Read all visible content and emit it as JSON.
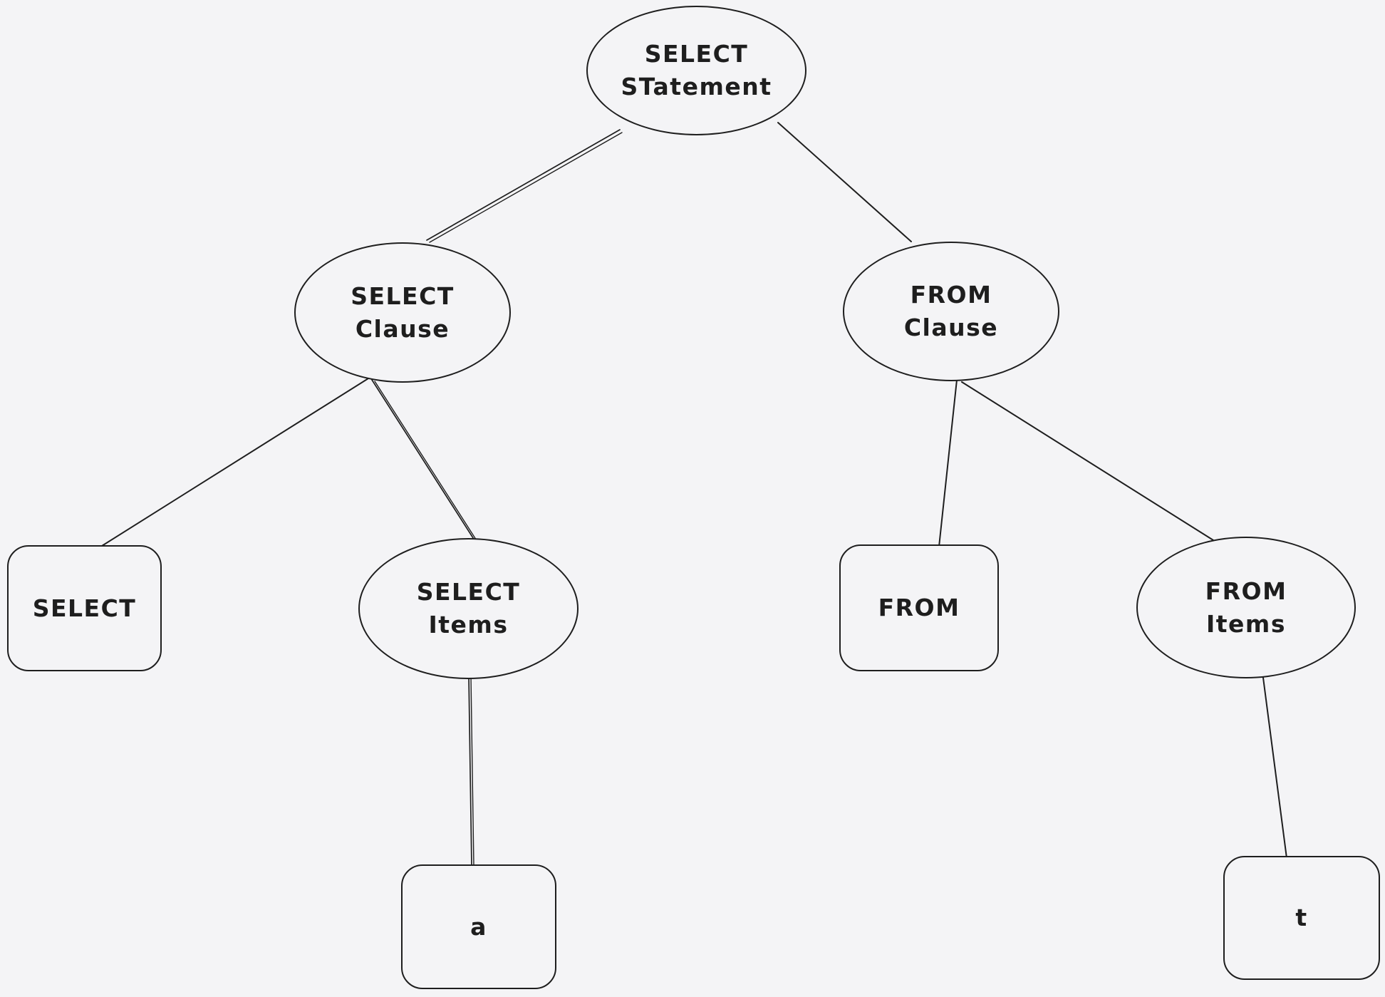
{
  "canvas": {
    "background_color": "#f4f4f6",
    "stroke_color": "#1e1e1e",
    "text_color": "#1e1e1e"
  },
  "diagram": {
    "type": "tree",
    "nodes": [
      {
        "id": "select-statement",
        "shape": "ellipse",
        "lines": [
          "SELECT",
          "STatement"
        ]
      },
      {
        "id": "select-clause",
        "shape": "ellipse",
        "lines": [
          "SELECT",
          "Clause"
        ]
      },
      {
        "id": "from-clause",
        "shape": "ellipse",
        "lines": [
          "FROM",
          "Clause"
        ]
      },
      {
        "id": "select-keyword",
        "shape": "rect",
        "lines": [
          "SELECT"
        ]
      },
      {
        "id": "select-items",
        "shape": "ellipse",
        "lines": [
          "SELECT",
          "Items"
        ]
      },
      {
        "id": "from-keyword",
        "shape": "rect",
        "lines": [
          "FROM"
        ]
      },
      {
        "id": "from-items",
        "shape": "ellipse",
        "lines": [
          "FROM",
          "Items"
        ]
      },
      {
        "id": "select-item-a",
        "shape": "rect",
        "lines": [
          "a"
        ]
      },
      {
        "id": "from-item-t",
        "shape": "rect",
        "lines": [
          "t"
        ]
      }
    ],
    "edges": [
      {
        "from": "select-statement",
        "to": "select-clause"
      },
      {
        "from": "select-statement",
        "to": "from-clause"
      },
      {
        "from": "select-clause",
        "to": "select-keyword"
      },
      {
        "from": "select-clause",
        "to": "select-items"
      },
      {
        "from": "from-clause",
        "to": "from-keyword"
      },
      {
        "from": "from-clause",
        "to": "from-items"
      },
      {
        "from": "select-items",
        "to": "select-item-a"
      },
      {
        "from": "from-items",
        "to": "from-item-t"
      }
    ]
  }
}
